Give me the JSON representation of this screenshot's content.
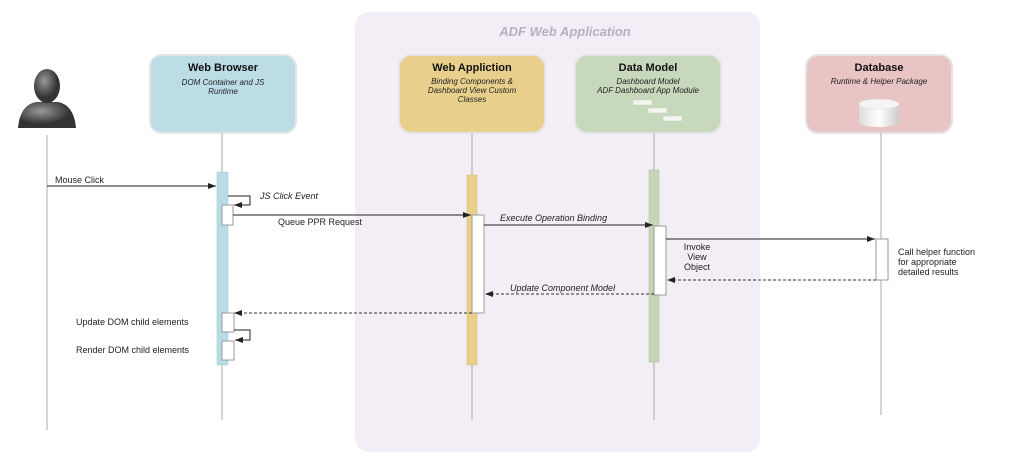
{
  "group": {
    "title": "ADF Web Application"
  },
  "participants": [
    {
      "id": "user",
      "type": "actor-icon"
    },
    {
      "id": "browser",
      "title": "Web Browser",
      "subtitle": [
        "DOM Container and JS",
        "Runtime"
      ],
      "color": "#bcdde6"
    },
    {
      "id": "webapp",
      "title": "Web Appliction",
      "subtitle": [
        "Binding Components &",
        "Dashboard View Custom",
        "Classes"
      ],
      "color": "#e8d08c"
    },
    {
      "id": "datamodel",
      "title": "Data Model",
      "subtitle": [
        "Dashboard Model",
        "ADF Dashboard App Module"
      ],
      "color": "#c8d8bc"
    },
    {
      "id": "database",
      "title": "Database",
      "subtitle": [
        "Runtime & Helper Package"
      ],
      "color": "#e8c4c4",
      "icon": "database-cylinder-icon"
    }
  ],
  "messages": [
    {
      "from": "user",
      "to": "browser",
      "label": "Mouse Click",
      "style": "solid"
    },
    {
      "from": "browser",
      "to": "browser",
      "label": "JS Click Event",
      "style": "solid"
    },
    {
      "from": "browser",
      "to": "webapp",
      "label": "Queue PPR Request",
      "style": "solid"
    },
    {
      "from": "webapp",
      "to": "datamodel",
      "label": "Execute Operation Binding",
      "style": "solid"
    },
    {
      "from": "datamodel",
      "to": "database",
      "label": [
        "Invoke",
        "View",
        "Object"
      ],
      "style": "solid"
    },
    {
      "from": "database",
      "to": "datamodel",
      "label": [
        "Call helper function",
        "for  appropriate",
        "detailed results"
      ],
      "style": "dashed"
    },
    {
      "from": "datamodel",
      "to": "webapp",
      "label": "Update Component Model",
      "style": "dashed"
    },
    {
      "from": "webapp",
      "to": "browser",
      "label": "",
      "style": "dashed"
    },
    {
      "from": "browser",
      "to": "browser",
      "label": "Update DOM child elements",
      "style": "solid"
    },
    {
      "from": "browser",
      "to": "browser",
      "label": "Render DOM child elements",
      "style": "solid"
    }
  ]
}
